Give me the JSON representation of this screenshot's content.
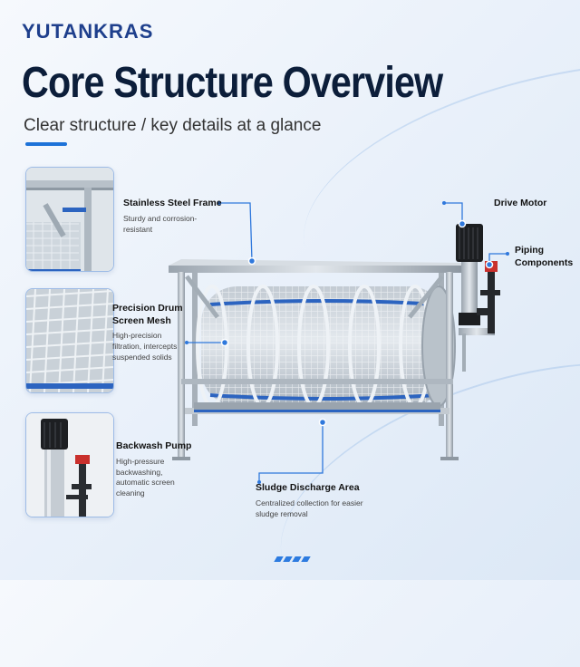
{
  "brand": "YUTANKRAS",
  "title": "Core Structure Overview",
  "subtitle": "Clear structure / key details at a glance",
  "features": [
    {
      "title": "Stainless Steel Frame",
      "desc": "Sturdy and corrosion-resistant"
    },
    {
      "title": "Precision Drum Screen Mesh",
      "desc": "High-precision filtration, intercepts suspended solids"
    },
    {
      "title": "Backwash Pump",
      "desc": "High-pressure backwashing, automatic screen cleaning"
    },
    {
      "title": "Sludge Discharge Area",
      "desc": "Centralized collection for easier sludge removal"
    },
    {
      "title": "Drive Motor",
      "desc": ""
    },
    {
      "title": "Piping Components",
      "desc": ""
    }
  ],
  "colors": {
    "accent": "#1d72d8",
    "brand": "#1e3f8c",
    "title": "#0c1e3a"
  }
}
